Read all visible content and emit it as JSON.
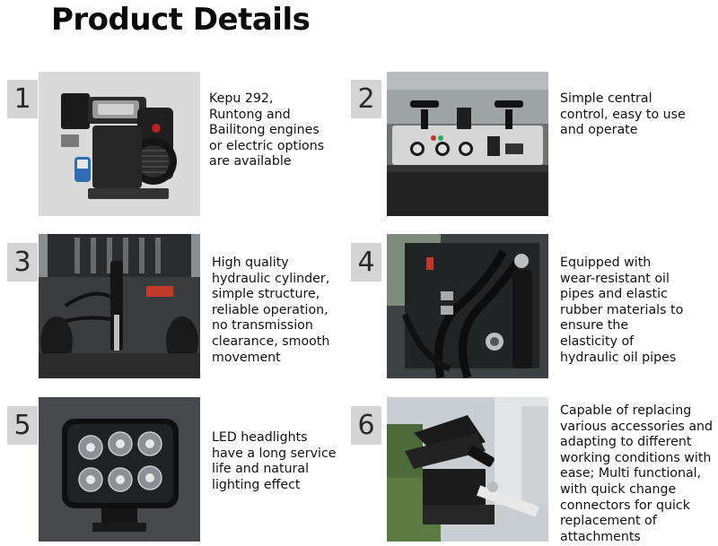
{
  "page": {
    "title": "Product Details"
  },
  "items": [
    {
      "number": "1",
      "text": "Kepu 292,\nRuntong and\nBailitong engines\nor electric options\nare available",
      "image": "diesel-engine"
    },
    {
      "number": "2",
      "text": "Simple central\ncontrol, easy to use\n and operate",
      "image": "control-panel"
    },
    {
      "number": "3",
      "text": "High quality\nhydraulic cylinder,\nsimple structure,\nreliable operation,\nno transmission\nclearance, smooth\nmovement",
      "image": "hydraulic-cylinder"
    },
    {
      "number": "4",
      "text": "Equipped with\nwear-resistant oil\npipes and elastic\nrubber materials to\n ensure the\nelasticity of\nhydraulic oil pipes",
      "image": "hydraulic-hoses"
    },
    {
      "number": "5",
      "text": "LED headlights\nhave a long service\n life and natural\nlighting effect",
      "image": "led-headlight"
    },
    {
      "number": "6",
      "text": "Capable of replacing\nvarious accessories and\nadapting to different\nworking conditions with\nease; Multi functional,\nwith quick change\nconnectors for quick\nreplacement of\nattachments",
      "image": "loader-attachment"
    }
  ]
}
